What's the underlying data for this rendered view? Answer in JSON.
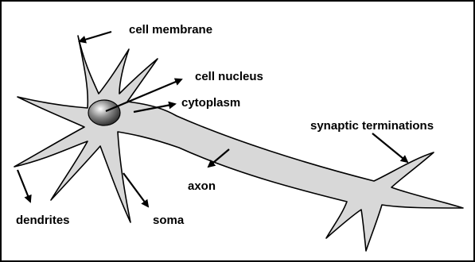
{
  "diagram": {
    "labels": {
      "cell_membrane": "cell membrane",
      "cell_nucleus": "cell nucleus",
      "cytoplasm": "cytoplasm",
      "synaptic_terminations": "synaptic terminations",
      "axon": "axon",
      "dendrites": "dendrites",
      "soma": "soma"
    }
  },
  "colors": {
    "cell_fill": "#d8d8d8",
    "outline": "#000000",
    "frame": "#000000",
    "background": "#ffffff"
  },
  "icons": {
    "pointer": "arrow"
  }
}
